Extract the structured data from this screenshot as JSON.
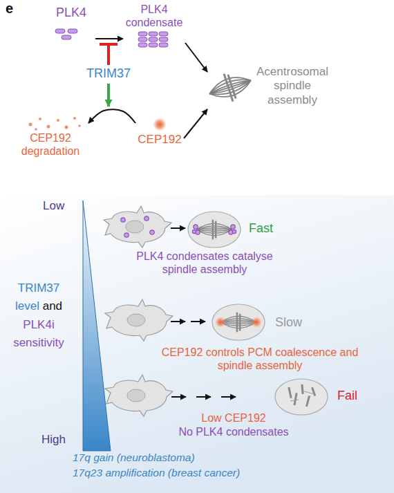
{
  "diagram": {
    "nodes": [
      {
        "text": [
          "PLK4"
        ]
      },
      {
        "text": [
          "PLK4 condensate"
        ]
      },
      {
        "text": [
          "TRIM37"
        ]
      },
      {
        "text": [
          "CEP192"
        ]
      },
      {
        "text": [
          "CEP192 degradation"
        ]
      },
      {
        "text": [
          "Acentrosomal spindle assembly"
        ]
      }
    ],
    "edges": [
      {
        "from": 0,
        "to": 1,
        "arrow": "to"
      },
      {
        "from": 1,
        "to": 5,
        "arrow": "to"
      },
      {
        "from": 3,
        "to": 5,
        "arrow": "to"
      },
      {
        "from": 3,
        "to": 4,
        "arrow": "to"
      }
    ],
    "labels": [
      "e",
      "Low",
      "TRIM37 level",
      "and",
      "PLK4i sensitivity",
      "High",
      "Fast",
      "PLK4 condensates catalyse spindle assembly",
      "Slow",
      "CEP192 controls PCM coalescence and spindle assembly",
      "Fail",
      "Low CEP192",
      "No PLK4 condensates",
      "17q gain (neuroblastoma)",
      "17q23 amplification (breast cancer)"
    ]
  }
}
